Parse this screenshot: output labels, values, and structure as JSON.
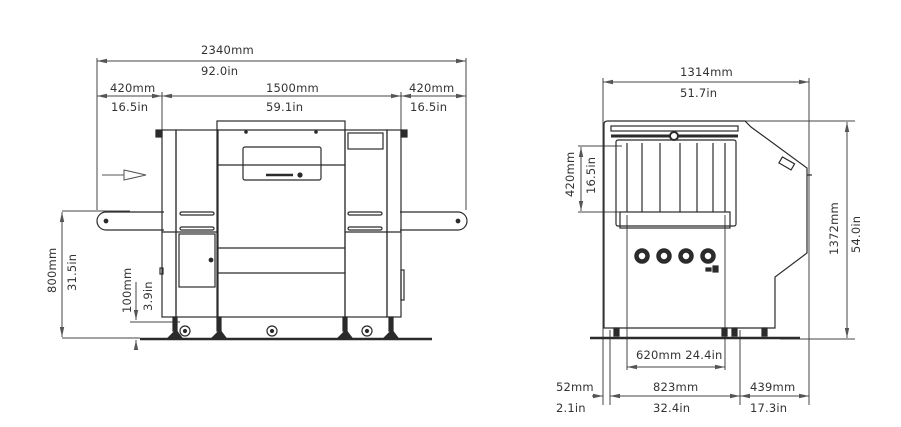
{
  "front_view": {
    "overall_width": {
      "mm": "2340mm",
      "in": "92.0in"
    },
    "left_conveyor": {
      "mm": "420mm",
      "in": "16.5in"
    },
    "body_width": {
      "mm": "1500mm",
      "in": "59.1in"
    },
    "right_conveyor": {
      "mm": "420mm",
      "in": "16.5in"
    },
    "conveyor_height": {
      "mm": "800mm",
      "in": "31.5in"
    },
    "ground_clearance": {
      "mm": "100mm",
      "in": "3.9in"
    },
    "direction_arrow": "arrow-right-icon"
  },
  "side_view": {
    "overall_depth": {
      "mm": "1314mm",
      "in": "51.7in"
    },
    "tunnel_height": {
      "mm": "420mm",
      "in": "16.5in"
    },
    "overall_height": {
      "mm": "1372mm",
      "in": "54.0in"
    },
    "tunnel_width": {
      "label": "620mm 24.4in"
    },
    "front_offset": {
      "mm": "52mm",
      "in": "2.1in"
    },
    "base_depth": {
      "mm": "823mm",
      "in": "32.4in"
    },
    "console_depth": {
      "mm": "439mm",
      "in": "17.3in"
    }
  },
  "colors": {
    "line": "#2b2b2b",
    "background": "#ffffff"
  }
}
